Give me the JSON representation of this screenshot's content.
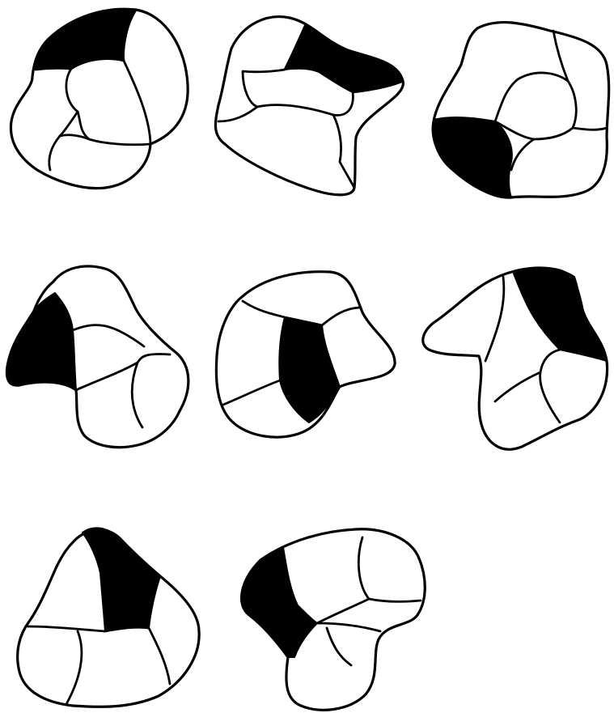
{
  "figure": {
    "ink_color": "#000000",
    "paper_color": "#ffffff",
    "shapes": [
      {
        "shaded_regions": 1,
        "divided": true
      },
      {
        "shaded_regions": 1,
        "divided": true
      },
      {
        "shaded_regions": 1,
        "divided": true
      },
      {
        "shaded_regions": 1,
        "divided": true
      },
      {
        "shaded_regions": 1,
        "divided": true
      },
      {
        "shaded_regions": 1,
        "divided": true
      },
      {
        "shaded_regions": 1,
        "divided": true
      },
      {
        "shaded_regions": 1,
        "divided": true
      }
    ]
  }
}
